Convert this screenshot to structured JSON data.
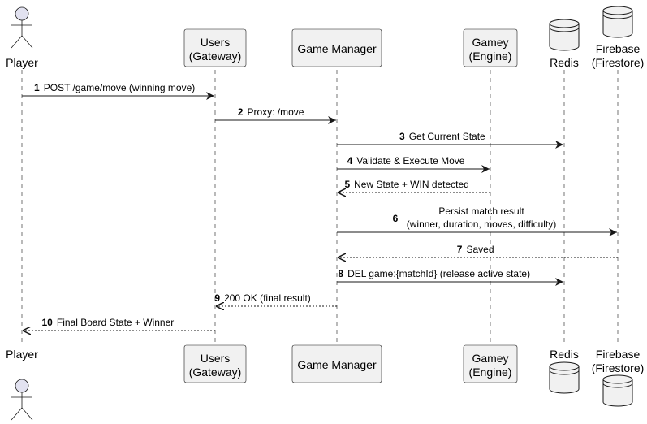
{
  "participants": [
    {
      "id": "player",
      "kind": "actor",
      "lines": [
        "Player"
      ]
    },
    {
      "id": "users",
      "kind": "box",
      "lines": [
        "Users",
        "(Gateway)"
      ]
    },
    {
      "id": "gm",
      "kind": "box",
      "lines": [
        "Game Manager"
      ]
    },
    {
      "id": "gamey",
      "kind": "box",
      "lines": [
        "Gamey",
        "(Engine)"
      ]
    },
    {
      "id": "redis",
      "kind": "database",
      "lines": [
        "Redis"
      ]
    },
    {
      "id": "firebase",
      "kind": "database",
      "lines": [
        "Firebase",
        "(Firestore)"
      ]
    }
  ],
  "messages": [
    {
      "num": "1",
      "text": [
        "POST /game/move (winning move)"
      ],
      "from": "player",
      "to": "users",
      "style": "solid"
    },
    {
      "num": "2",
      "text": [
        "Proxy: /move"
      ],
      "from": "users",
      "to": "gm",
      "style": "solid"
    },
    {
      "num": "3",
      "text": [
        "Get Current State"
      ],
      "from": "gm",
      "to": "redis",
      "style": "solid"
    },
    {
      "num": "4",
      "text": [
        "Validate & Execute Move"
      ],
      "from": "gm",
      "to": "gamey",
      "style": "solid"
    },
    {
      "num": "5",
      "text": [
        "New State + WIN detected"
      ],
      "from": "gamey",
      "to": "gm",
      "style": "dashed"
    },
    {
      "num": "6",
      "text": [
        "Persist match result",
        "(winner, duration, moves, difficulty)"
      ],
      "from": "gm",
      "to": "firebase",
      "style": "solid"
    },
    {
      "num": "7",
      "text": [
        "Saved"
      ],
      "from": "firebase",
      "to": "gm",
      "style": "dashed"
    },
    {
      "num": "8",
      "text": [
        "DEL game:{matchId} (release active state)"
      ],
      "from": "gm",
      "to": "redis",
      "style": "solid"
    },
    {
      "num": "9",
      "text": [
        "200 OK (final result)"
      ],
      "from": "gm",
      "to": "users",
      "style": "dashed"
    },
    {
      "num": "10",
      "text": [
        "Final Board State + Winner"
      ],
      "from": "users",
      "to": "player",
      "style": "dashed"
    }
  ],
  "colors": {
    "actor_fill": "#e2e2f0",
    "box_fill": "#f1f1f1",
    "box_stroke": "#181818",
    "lifeline": "#181818",
    "arrow": "#181818"
  }
}
